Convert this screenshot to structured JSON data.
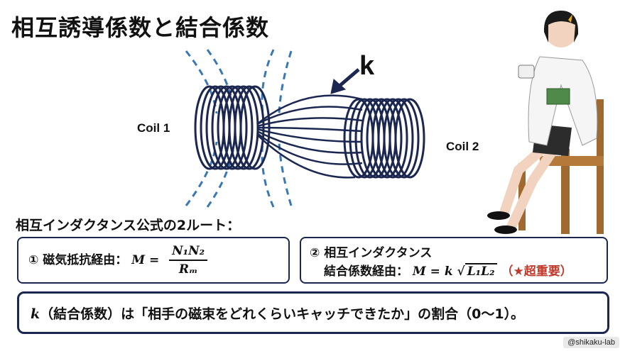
{
  "title": "相互誘導係数と結合係数",
  "diagram": {
    "coil1_label": "Coil 1",
    "coil2_label": "Coil 2",
    "k_label": "k"
  },
  "section_heading": "相互インダクタンス公式の2ルート：",
  "route1": {
    "label": "① 磁気抵抗経由：",
    "lhs": "M =",
    "numerator": "N₁N₂",
    "denominator": "Rₘ"
  },
  "route2": {
    "label_line1": "② 相互インダクタンス",
    "label_line2": "結合係数経由：",
    "lhs": "M = k",
    "radicand": "L₁L₂",
    "emphasis": "（★超重要）"
  },
  "summary": {
    "symbol": "k",
    "text": "（結合係数）は「相手の磁束をどれくらいキャッチできたか」の割合（0〜1）。"
  },
  "credit": "@shikaku-lab",
  "colors": {
    "navy": "#1b2750",
    "dash_blue": "#3a78b5",
    "accent_red": "#c0392b"
  }
}
